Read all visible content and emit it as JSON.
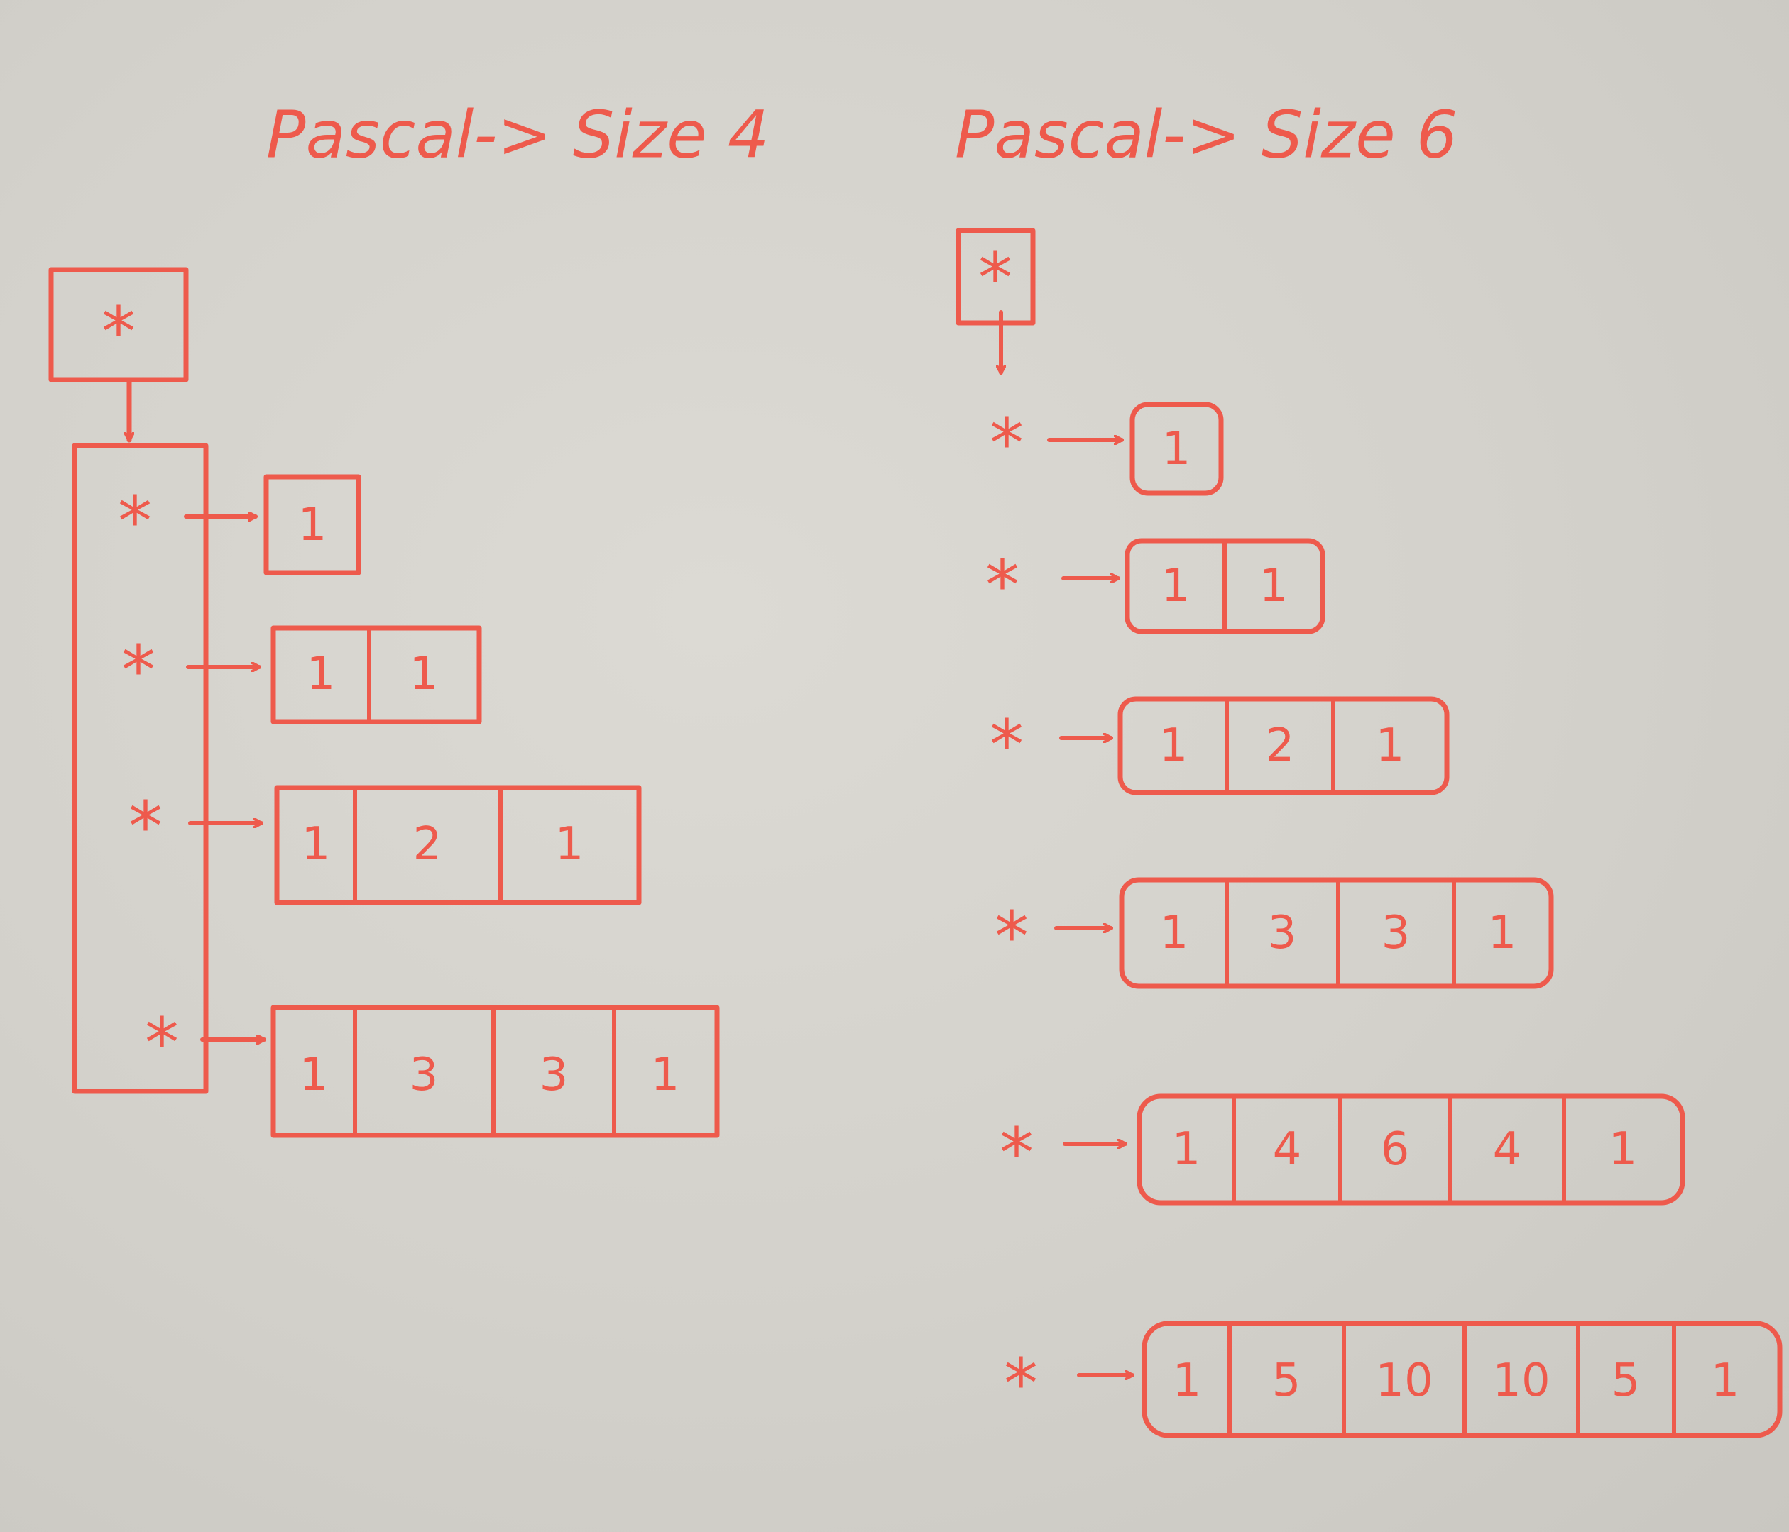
{
  "left": {
    "title": "Pascal-> Size 4",
    "root_pointer": "*",
    "rows": [
      {
        "pointer": "*",
        "cells": [
          "1"
        ]
      },
      {
        "pointer": "*",
        "cells": [
          "1",
          "1"
        ]
      },
      {
        "pointer": "*",
        "cells": [
          "1",
          "2",
          "1"
        ]
      },
      {
        "pointer": "*",
        "cells": [
          "1",
          "3",
          "3",
          "1"
        ]
      }
    ]
  },
  "right": {
    "title": "Pascal-> Size 6",
    "root_pointer": "*",
    "rows": [
      {
        "pointer": "*",
        "cells": [
          "1"
        ]
      },
      {
        "pointer": "*",
        "cells": [
          "1",
          "1"
        ]
      },
      {
        "pointer": "*",
        "cells": [
          "1",
          "2",
          "1"
        ]
      },
      {
        "pointer": "*",
        "cells": [
          "1",
          "3",
          "3",
          "1"
        ]
      },
      {
        "pointer": "*",
        "cells": [
          "1",
          "4",
          "6",
          "4",
          "1"
        ]
      },
      {
        "pointer": "*",
        "cells": [
          "1",
          "5",
          "10",
          "10",
          "5",
          "1"
        ]
      }
    ]
  },
  "colors": {
    "ink": "#ee5a4c",
    "board": "#d6d4ce"
  }
}
